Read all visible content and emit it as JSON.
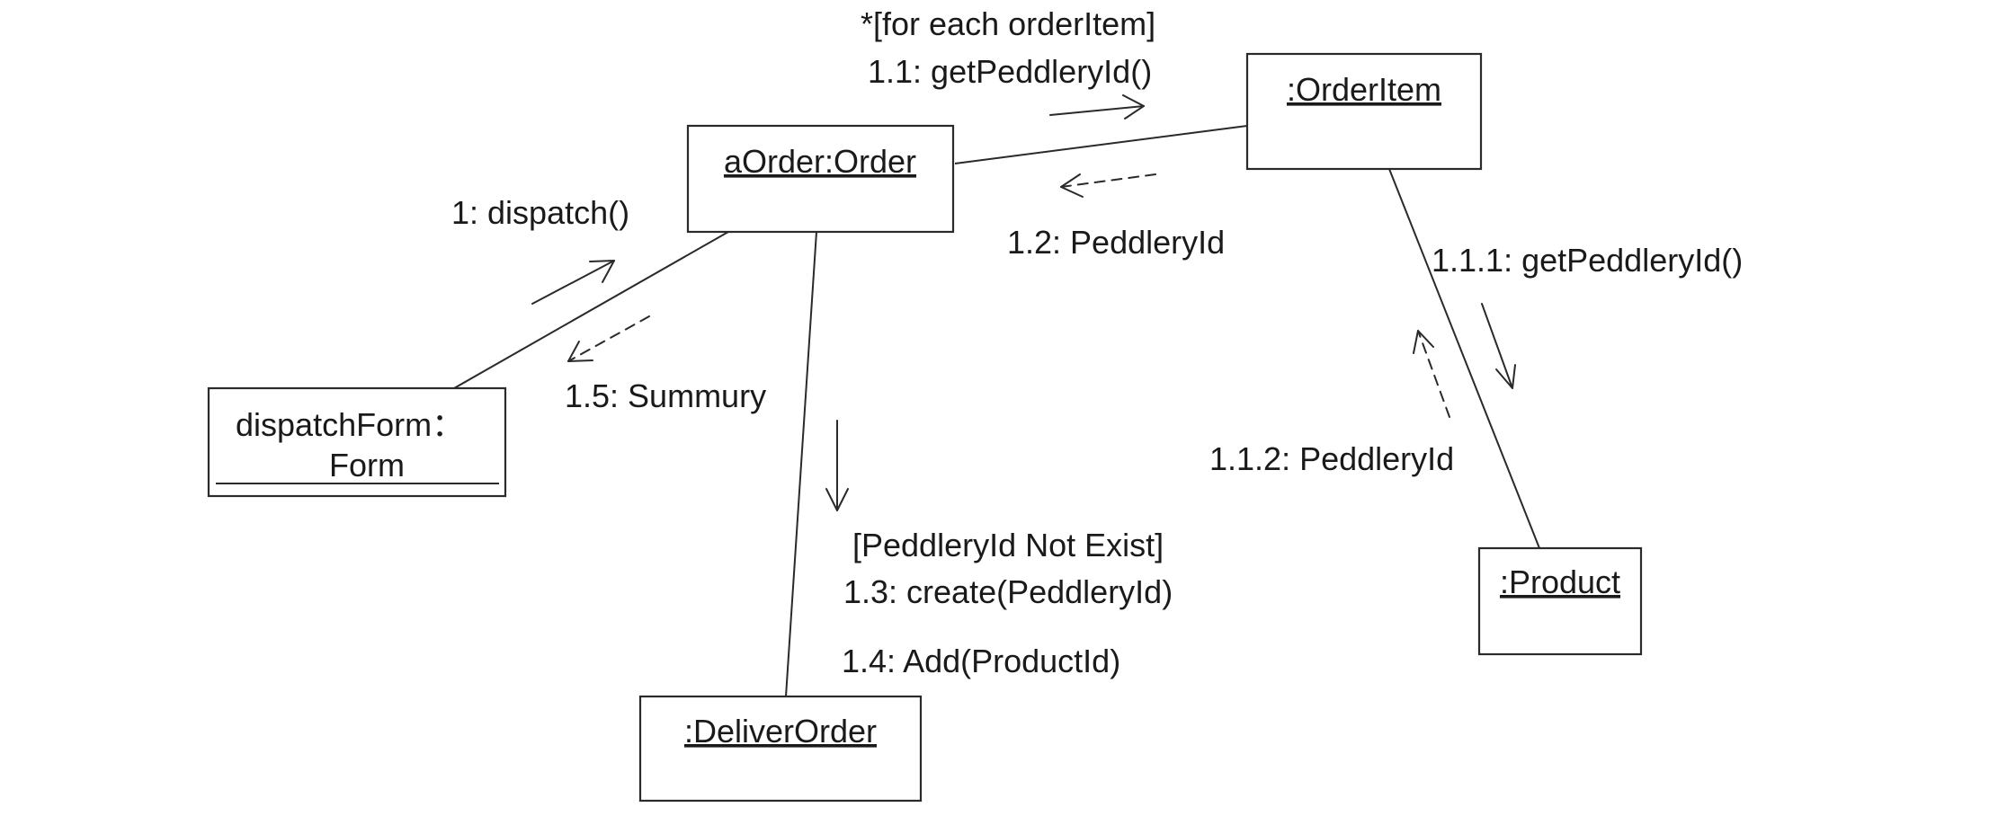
{
  "objects": {
    "order": ":Order",
    "order_instance": "aOrder",
    "order_item": ":OrderItem",
    "dispatch_form_line1": "dispatchForm：",
    "dispatch_form_line2": "Form",
    "deliver_order": ":DeliverOrder",
    "product": ":Product"
  },
  "messages": {
    "m1": "1: dispatch()",
    "m1_1_guard": "*[for each orderItem]",
    "m1_1": "1.1: getPeddleryId()",
    "m1_1_1": "1.1.1: getPeddleryId()",
    "m1_1_2": "1.1.2: PeddleryId",
    "m1_2": "1.2: PeddleryId",
    "m1_3_guard": "[PeddleryId Not Exist]",
    "m1_3": "1.3: create(PeddleryId)",
    "m1_4": "1.4: Add(ProductId)",
    "m1_5": "1.5: Summury"
  }
}
